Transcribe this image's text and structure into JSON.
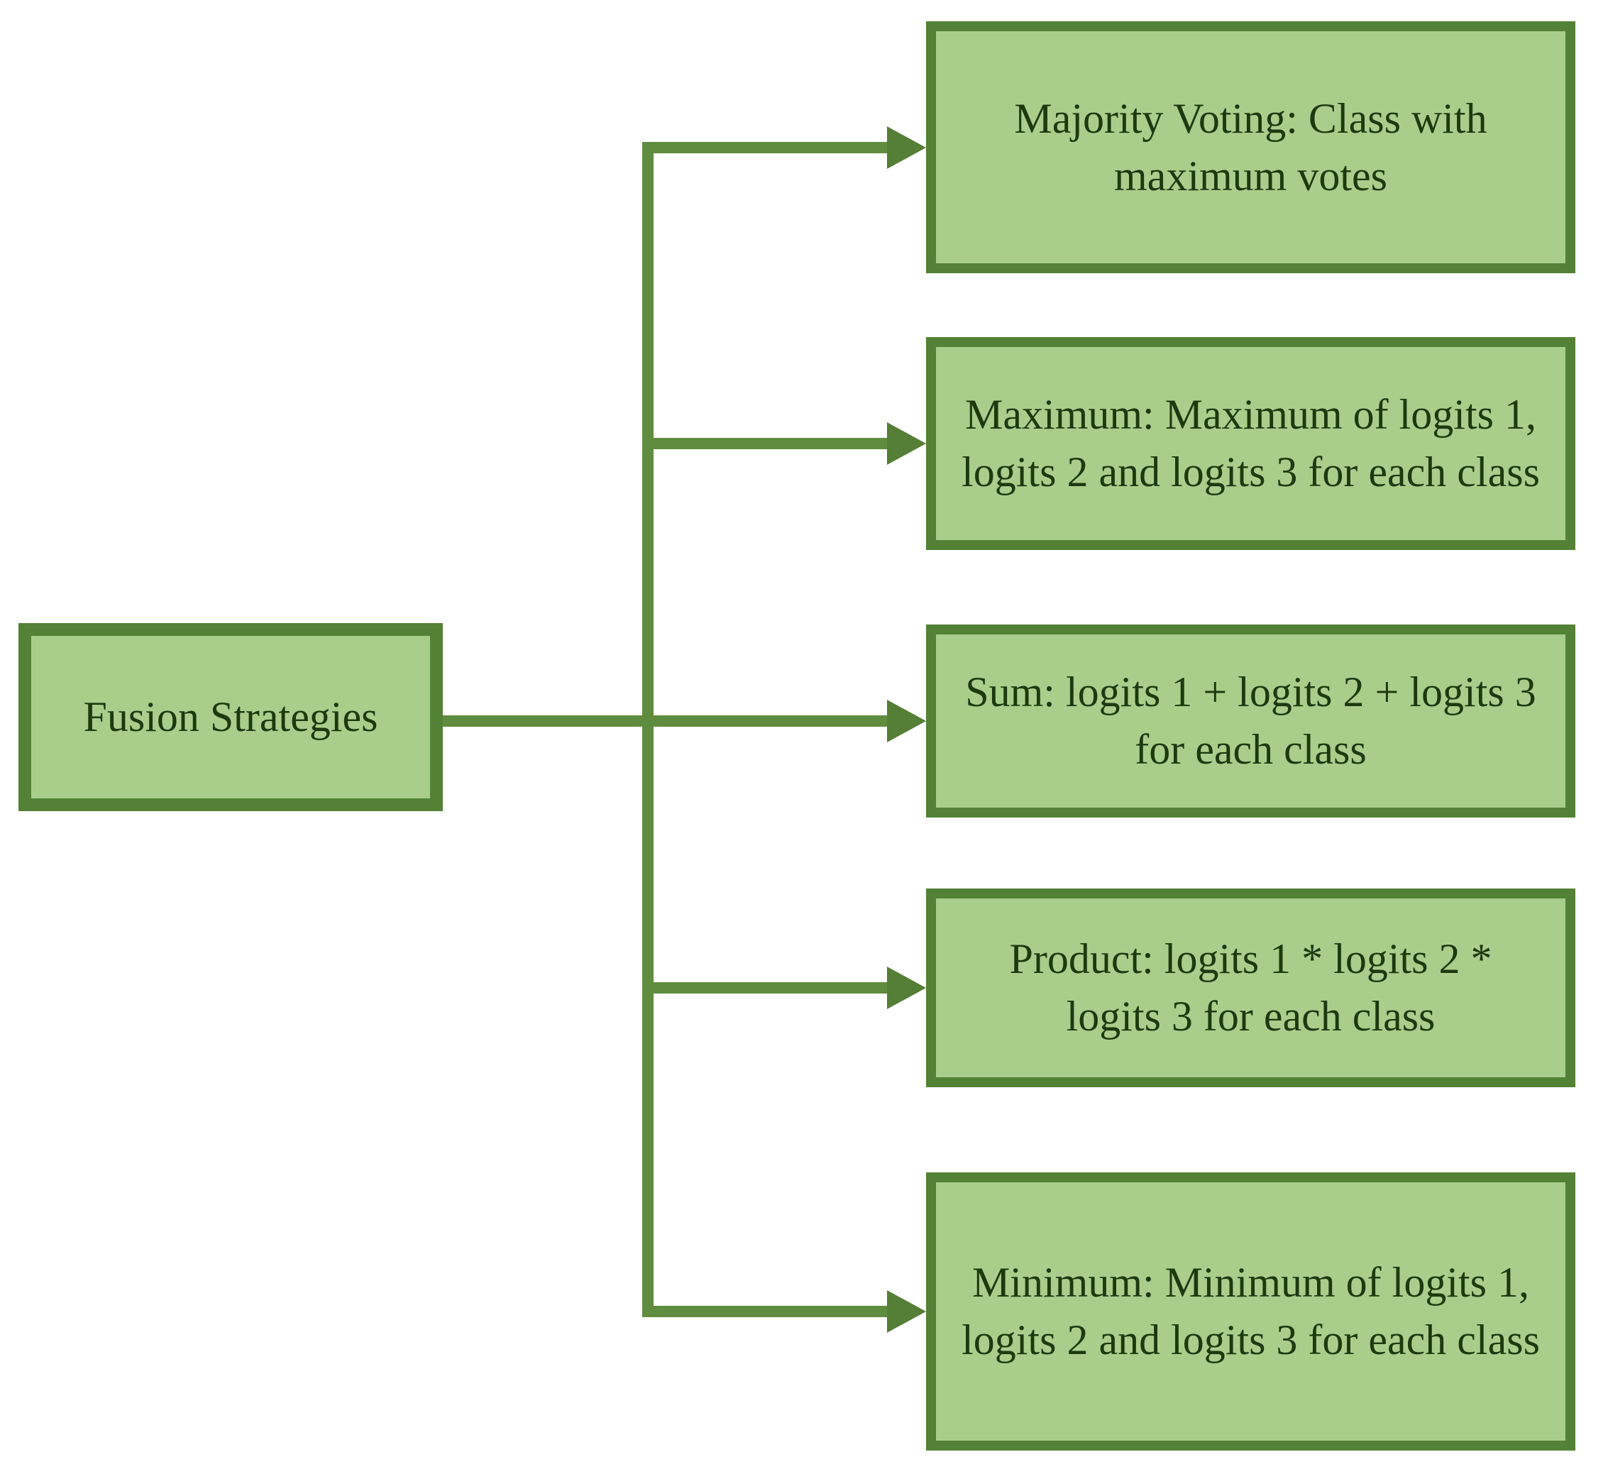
{
  "diagram": {
    "title": "Fusion Strategies flowchart",
    "root": {
      "label": "Fusion Strategies"
    },
    "nodes": [
      {
        "id": "majority-voting",
        "label": "Majority Voting: Class with\nmaximum votes"
      },
      {
        "id": "maximum",
        "label": "Maximum: Maximum of logits 1,\nlogits 2 and logits 3 for each class"
      },
      {
        "id": "sum",
        "label": "Sum: logits 1 + logits 2 + logits 3\nfor each class"
      },
      {
        "id": "product",
        "label": "Product: logits 1 * logits 2 *\nlogits 3 for each class"
      },
      {
        "id": "minimum",
        "label": "Minimum: Minimum of logits 1,\nlogits 2 and logits 3 for each class"
      }
    ],
    "edges": [
      {
        "from": "root",
        "to": "majority-voting"
      },
      {
        "from": "root",
        "to": "maximum"
      },
      {
        "from": "root",
        "to": "sum"
      },
      {
        "from": "root",
        "to": "product"
      },
      {
        "from": "root",
        "to": "minimum"
      }
    ],
    "colors": {
      "box_fill": "#a9ce8c",
      "box_border": "#538135",
      "connector": "#5f8c3e",
      "arrow": "#557e36",
      "text_color": "#1c3a0e"
    }
  }
}
